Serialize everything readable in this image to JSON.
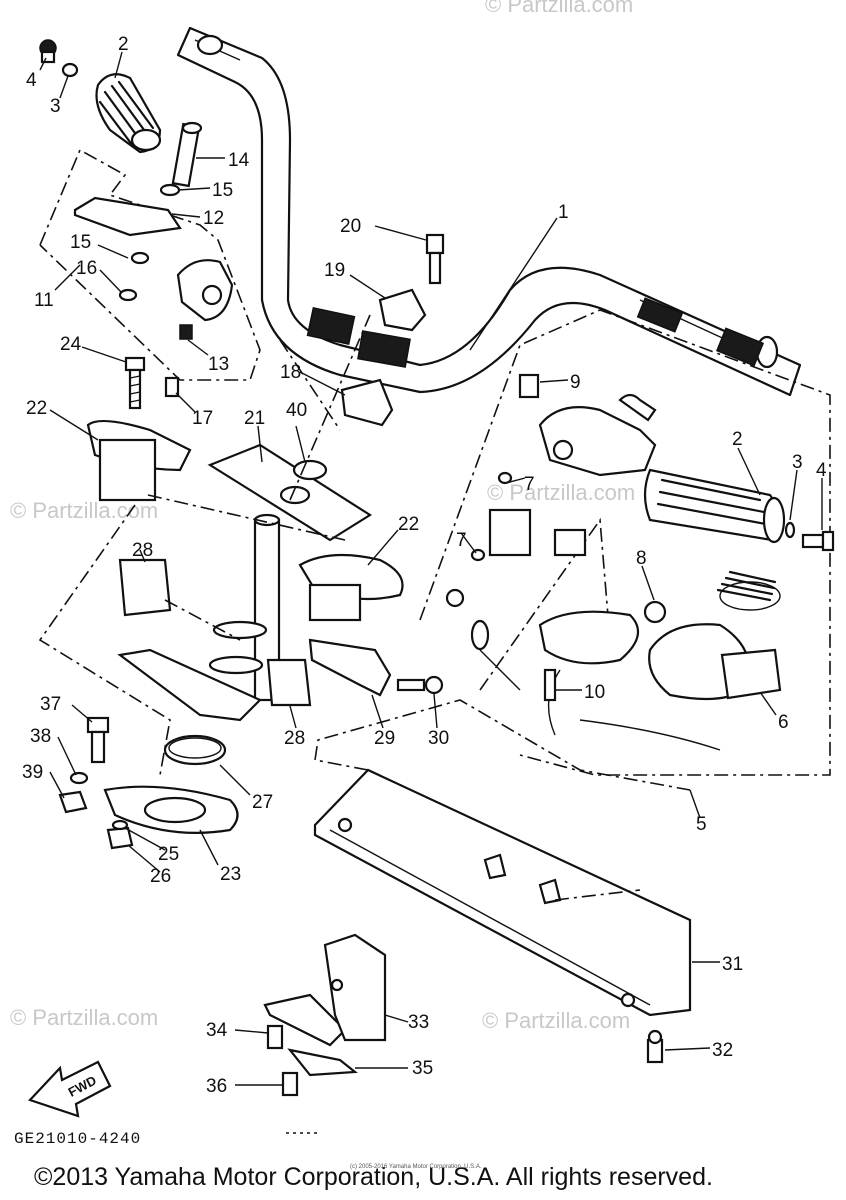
{
  "watermarks": [
    "© Partzilla.com",
    "© Partzilla.com",
    "© Partzilla.com",
    "© Partzilla.com",
    "© Partzilla.com"
  ],
  "diagram_code": "GE21010-4240",
  "fwd_label": "FWD",
  "copyright": "©2013 Yamaha Motor Corporation, U.S.A. All rights reserved.",
  "small_copyright": "(c) 2005-2016 Yamaha Motor Corporation, U.S.A.",
  "callouts": [
    "1",
    "2",
    "2",
    "3",
    "3",
    "4",
    "4",
    "5",
    "6",
    "7",
    "7",
    "8",
    "9",
    "10",
    "11",
    "12",
    "13",
    "14",
    "15",
    "15",
    "16",
    "17",
    "18",
    "19",
    "20",
    "21",
    "22",
    "22",
    "23",
    "24",
    "25",
    "26",
    "27",
    "28",
    "28",
    "29",
    "30",
    "31",
    "32",
    "33",
    "34",
    "35",
    "36",
    "37",
    "38",
    "39",
    "40"
  ]
}
